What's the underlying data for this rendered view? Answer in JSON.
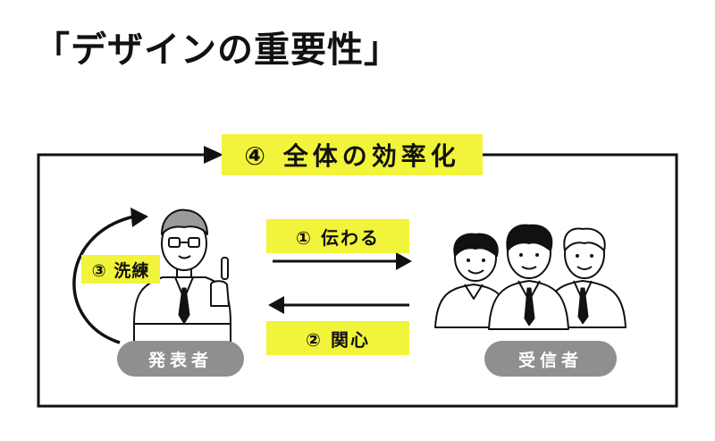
{
  "title": "「デザインの重要性」",
  "diagram": {
    "cycle_label": "④ 全体の効率化",
    "send_label": "① 伝わる",
    "feedback_label": "② 関心",
    "refine_label": "③ 洗練",
    "presenter_label": "発表者",
    "receivers_label": "受信者"
  },
  "colors": {
    "highlight": "#f1f43a",
    "pill": "#8f8f8f",
    "line": "#111111"
  },
  "icons": {
    "presenter": "presenter-person-pointing-icon",
    "receivers": "audience-three-people-icon"
  }
}
